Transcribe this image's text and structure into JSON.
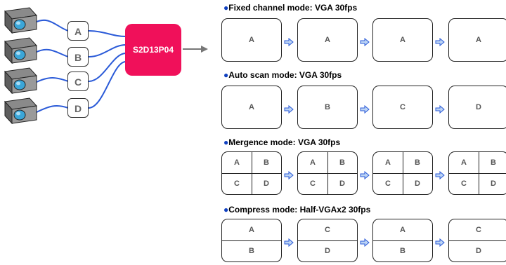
{
  "chip_label": "S2D13P04",
  "channels": [
    "A",
    "B",
    "C",
    "D"
  ],
  "modes": [
    {
      "title": "Fixed channel mode: VGA 30fps",
      "layout": "single",
      "frames": [
        [
          "A"
        ],
        [
          "A"
        ],
        [
          "A"
        ],
        [
          "A"
        ]
      ]
    },
    {
      "title": "Auto scan mode: VGA 30fps",
      "layout": "single",
      "frames": [
        [
          "A"
        ],
        [
          "B"
        ],
        [
          "C"
        ],
        [
          "D"
        ]
      ]
    },
    {
      "title": "Mergence mode: VGA 30fps",
      "layout": "quad",
      "frames": [
        [
          "A",
          "B",
          "C",
          "D"
        ],
        [
          "A",
          "B",
          "C",
          "D"
        ],
        [
          "A",
          "B",
          "C",
          "D"
        ],
        [
          "A",
          "B",
          "C",
          "D"
        ]
      ]
    },
    {
      "title": "Compress mode: Half-VGAx2 30fps",
      "layout": "half",
      "frames": [
        [
          "A",
          "B"
        ],
        [
          "C",
          "D"
        ],
        [
          "A",
          "B"
        ],
        [
          "C",
          "D"
        ]
      ]
    }
  ],
  "colors": {
    "chip": "#f0105a",
    "wire": "#2a5ad8",
    "bullet": "#1040c0",
    "arrow_fill": "#bcd4f4",
    "arrow_stroke": "#2a5ad8"
  },
  "icons": {
    "camera": "security-camera-icon",
    "arrow": "right-arrow-icon"
  }
}
